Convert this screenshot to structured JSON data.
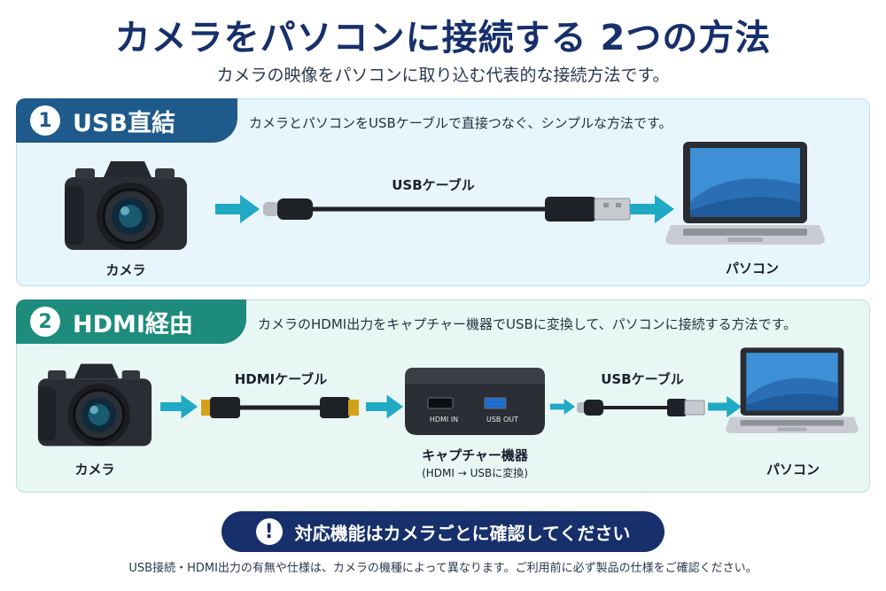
{
  "header": {
    "title": "カメラをパソコンに接続する 2つの方法",
    "subtitle": "カメラの映像をパソコンに取り込む代表的な接続方法です。"
  },
  "method1": {
    "number": "1",
    "title": "USB直結",
    "description": "カメラとパソコンをUSBケーブルで直接つなぐ、シンプルな方法です。",
    "camera_label": "カメラ",
    "cable_label": "USBケーブル",
    "pc_label": "パソコン"
  },
  "method2": {
    "number": "2",
    "title": "HDMI経由",
    "description": "カメラのHDMI出力をキャプチャー機器でUSBに変換して、パソコンに接続する方法です。",
    "camera_label": "カメラ",
    "hdmi_cable_label": "HDMIケーブル",
    "capture_label": "キャプチャー機器",
    "capture_sub": "(HDMI → USBに変換)",
    "port_hdmi": "HDMI IN",
    "port_usb": "USB OUT",
    "usb_cable_label": "USBケーブル",
    "pc_label": "パソコン"
  },
  "notice": {
    "icon": "exclamation-icon",
    "text": "対応機能はカメラごとに確認してください"
  },
  "footnote": "USB接続・HDMI出力の有無や仕様は、カメラの機種によって異なります。ご利用前に必ず製品の仕様をご確認ください。",
  "colors": {
    "navy": "#17306b",
    "blue_tab": "#1e5a8c",
    "teal_tab": "#1d8c7c",
    "arrow": "#1fa9c4"
  }
}
